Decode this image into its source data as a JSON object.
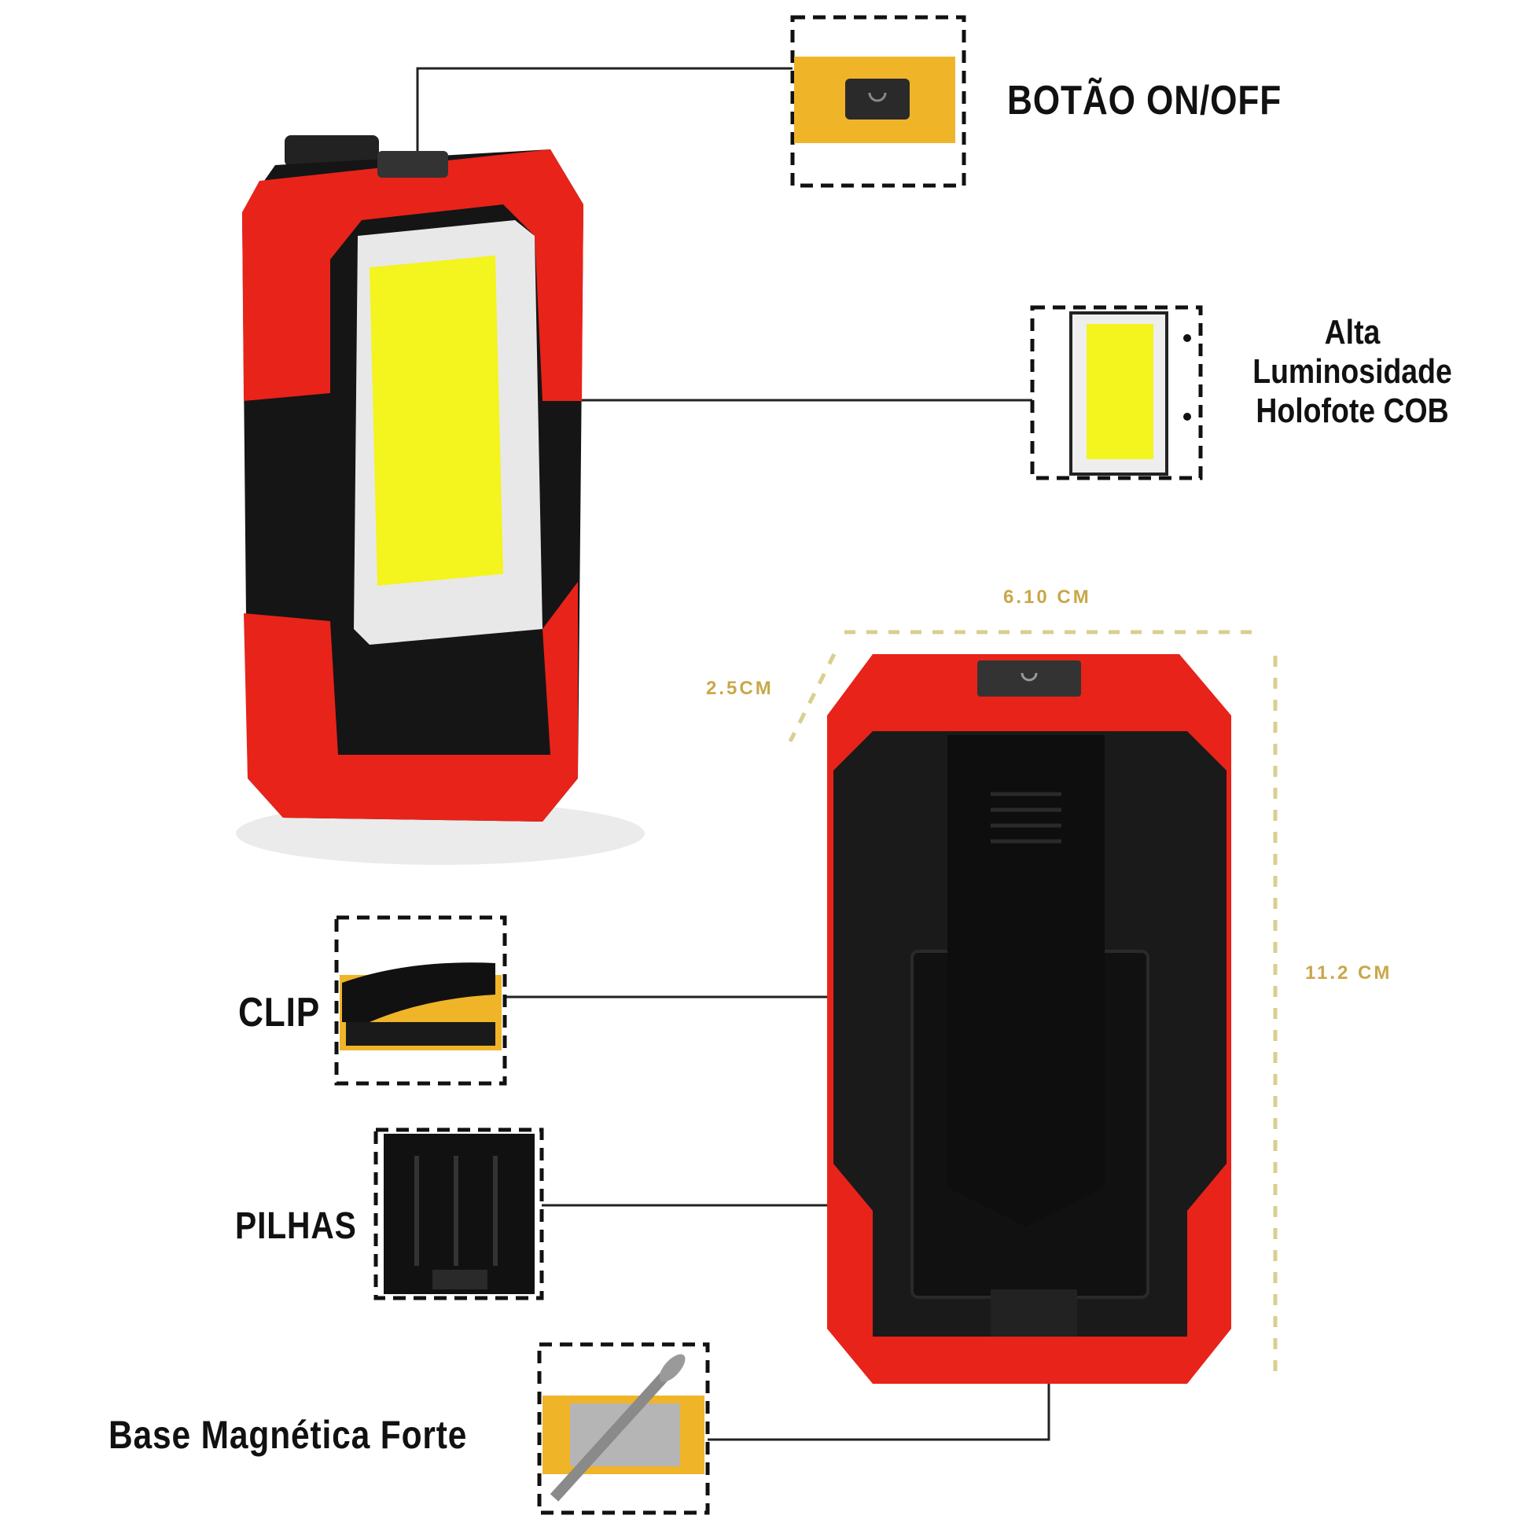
{
  "callouts": {
    "button": "BOTÃO ON/OFF",
    "cob": [
      "Alta",
      "Luminosidade",
      "Holofote COB"
    ],
    "clip": "CLIP",
    "batteries": "PILHAS",
    "magnet": "Base Magnética Forte"
  },
  "dimensions": {
    "width": "6.10 CM",
    "depth": "2.5CM",
    "height": "11.2 CM"
  },
  "colors": {
    "body_red": "#e8231a",
    "body_black": "#1a1a1a",
    "led_yellow": "#f4f41f",
    "accent_yellow": "#f0b429",
    "dim_gold": "#c9a74a"
  }
}
